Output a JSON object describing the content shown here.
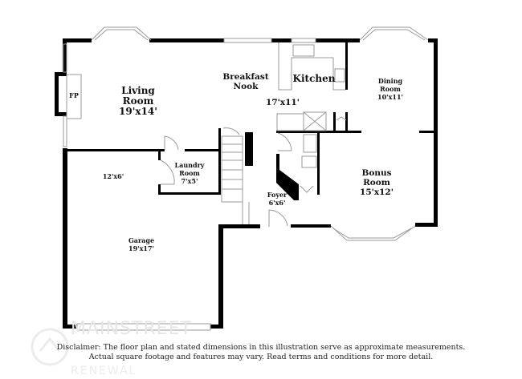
{
  "rooms": {
    "living": {
      "name": "Living Room",
      "dims": "19'x14'"
    },
    "fireplace": {
      "name": "FP"
    },
    "breakfast": {
      "name": "Breakfast Nook"
    },
    "kitchen": {
      "name": "Kitchen",
      "dims": "17'x11'"
    },
    "dining": {
      "name": "Dining Room",
      "dims": "10'x11'"
    },
    "laundry": {
      "name": "Laundry Room",
      "dims": "7'x5'"
    },
    "garage_storage": {
      "dims": "12'x6'"
    },
    "garage": {
      "name": "Garage",
      "dims": "19'x17'"
    },
    "foyer": {
      "name": "Foyer",
      "dims": "6'x6'"
    },
    "bonus": {
      "name": "Bonus Room",
      "dims": "15'x12'"
    }
  },
  "watermark": {
    "line1": "MAINSTREET",
    "line2": "RENEWAL"
  },
  "disclaimer": {
    "line1": "Disclaimer: The floor plan and stated dimensions in this illustration serve as approximate measurements.",
    "line2": "Actual square footage and features may vary. Read terms and conditions for more detail."
  },
  "colors": {
    "wall": "#000000",
    "fixture": "#999999"
  }
}
